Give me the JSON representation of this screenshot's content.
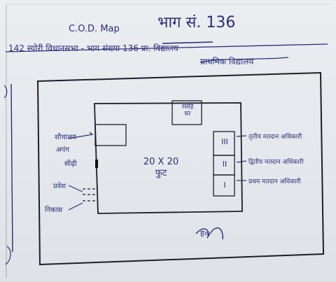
{
  "header": {
    "code": "C.O.D. Map",
    "part_label": "भाग सं. 136",
    "ref_line": "142 स्योरी विधानसभा - भाग संख्या 136 प्रा. विद्यालय",
    "school_line": "प्राथमिक विद्यालय"
  },
  "map": {
    "room_size": "20 X 20\nफुट",
    "top_box": "रसोई\nघर",
    "left_label_1": "शौचालय",
    "left_label_2": "अपंग",
    "left_label_3": "सीढ़ी",
    "left_label_4": "प्रवेश",
    "left_label_5": "निकास",
    "right_box_labels": [
      "III",
      "II",
      "I"
    ],
    "right_label_1": "तृतीय मतदान अधिकारी",
    "right_label_2": "द्वितीय मतदान अधिकारी",
    "right_label_3": "प्रथम मतदान अधिकारी",
    "signature": "ह०"
  },
  "colors": {
    "ink": "#2b2f7a",
    "paper": "#e6e9ec",
    "line": "#1e1e2a"
  }
}
